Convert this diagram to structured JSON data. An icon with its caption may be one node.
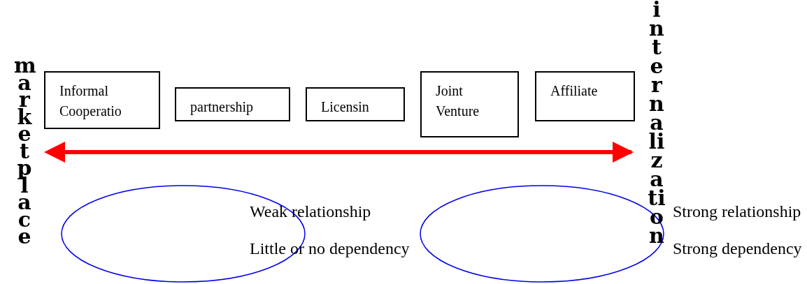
{
  "diagram": {
    "nodes": [
      {
        "text": [
          "Informal Cooperatio"
        ]
      },
      {
        "text": [
          "partnership"
        ]
      },
      {
        "text": [
          "Licensin"
        ]
      },
      {
        "text": [
          "Joint Venture"
        ]
      },
      {
        "text": [
          "Affiliate"
        ]
      },
      {
        "text": [],
        "shape": "ellipse"
      },
      {
        "text": [],
        "shape": "ellipse"
      }
    ],
    "labels": [
      "marketplace",
      "internalization",
      "Weak relationship",
      "Strong relationship",
      "Little or no dependency",
      "Strong dependency"
    ]
  }
}
